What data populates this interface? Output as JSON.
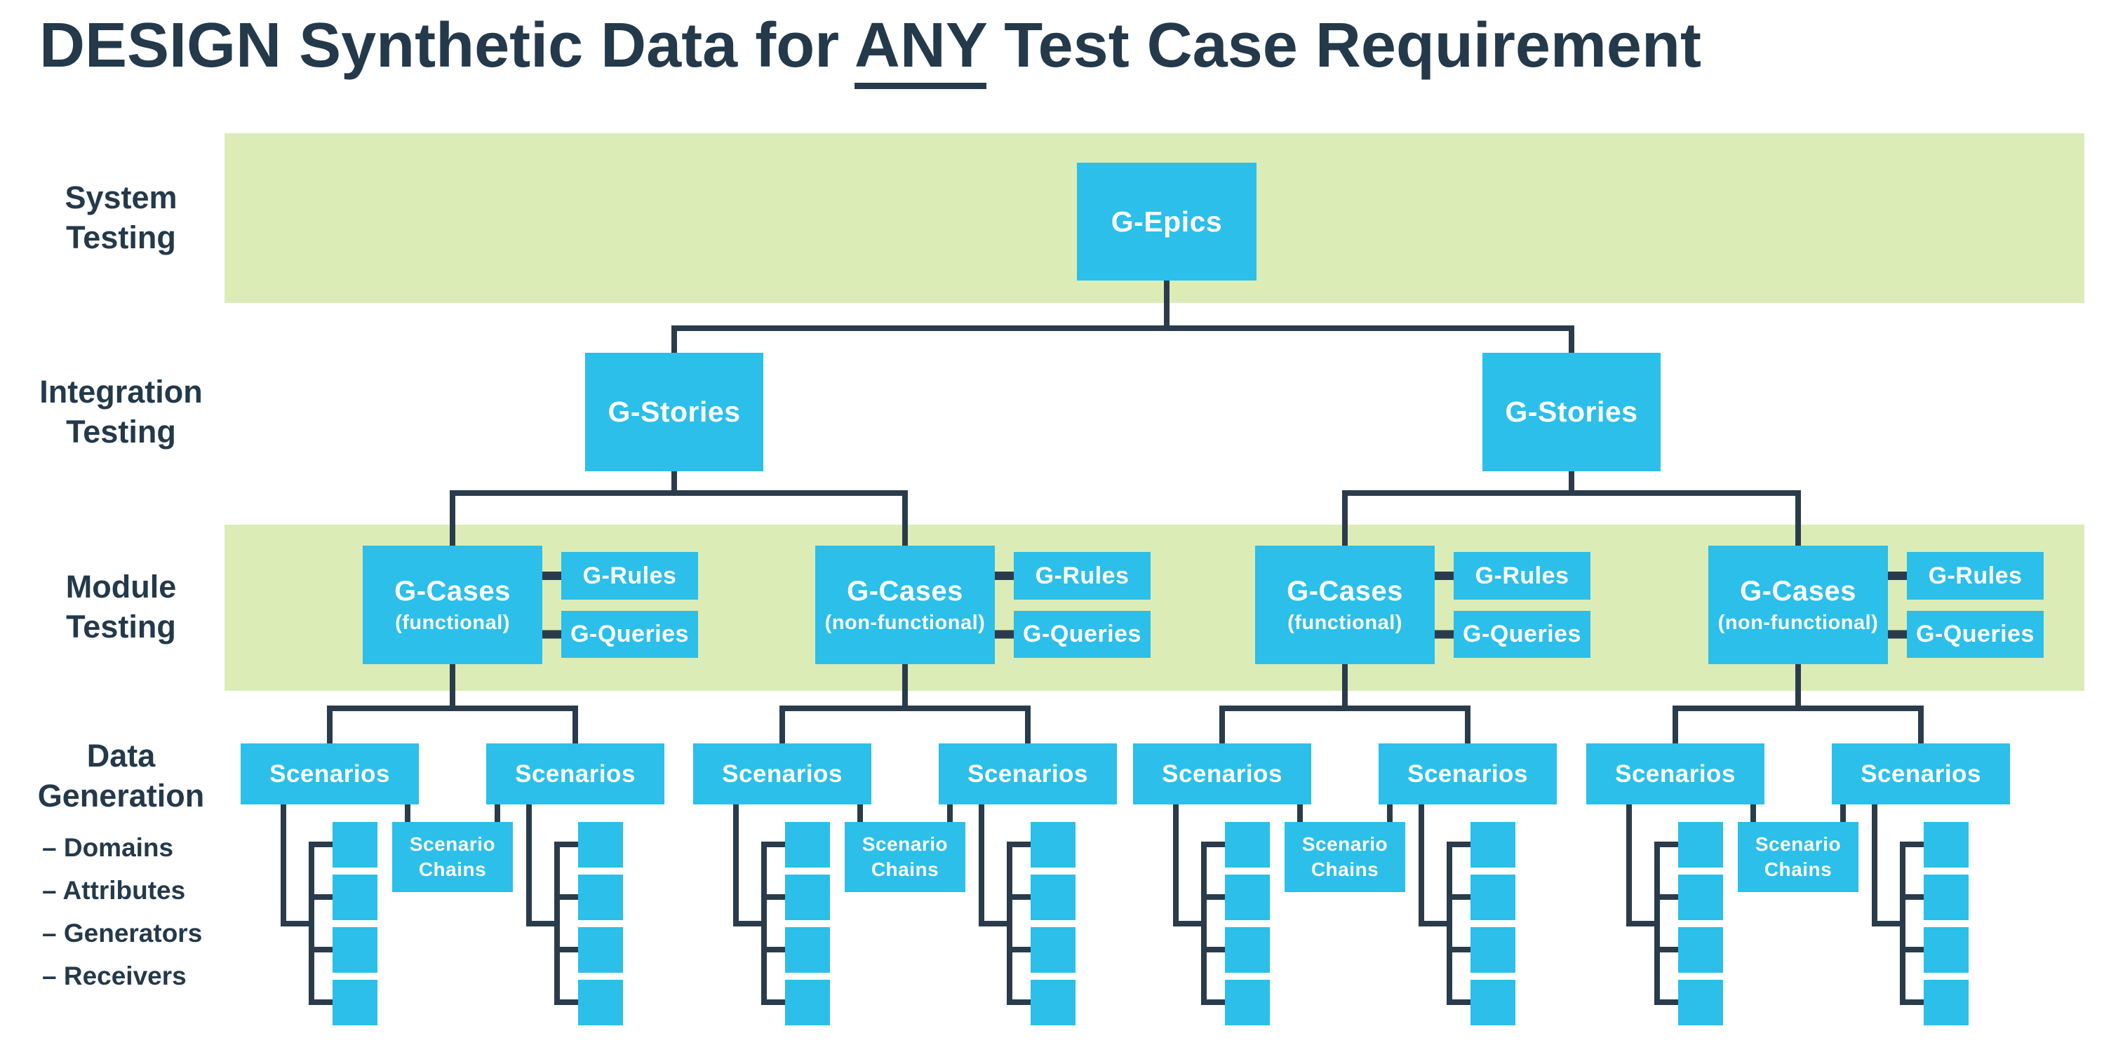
{
  "title": {
    "prefix": "DESIGN Synthetic Data for ",
    "emphasis": "ANY",
    "suffix": " Test Case Requirement"
  },
  "colors": {
    "navy_text": "#24394A",
    "line_navy": "#2A3C4B",
    "box_cyan": "#2BBFE9",
    "band_green": "#DCECB7",
    "box_text_white": "#FFFFFF",
    "background": "#FFFFFF"
  },
  "row_labels": [
    {
      "id": "system-testing",
      "lines": [
        "System",
        "Testing"
      ]
    },
    {
      "id": "integration-testing",
      "lines": [
        "Integration",
        "Testing"
      ]
    },
    {
      "id": "module-testing",
      "lines": [
        "Module",
        "Testing"
      ]
    },
    {
      "id": "data-generation",
      "lines": [
        "Data",
        "Generation"
      ]
    }
  ],
  "legend_items": [
    "– Domains",
    "– Attributes",
    "– Generators",
    "– Receivers"
  ],
  "nodes": {
    "epic": "G-Epics",
    "stories": [
      "G-Stories",
      "G-Stories"
    ],
    "cases": [
      {
        "title": "G-Cases",
        "subtitle": "(functional)"
      },
      {
        "title": "G-Cases",
        "subtitle": "(non-functional)"
      },
      {
        "title": "G-Cases",
        "subtitle": "(functional)"
      },
      {
        "title": "G-Cases",
        "subtitle": "(non-functional)"
      }
    ],
    "attachments": {
      "rules": "G-Rules",
      "queries": "G-Queries"
    },
    "scenarios_label": "Scenarios",
    "scenario_chains_lines": [
      "Scenario",
      "Chains"
    ]
  }
}
